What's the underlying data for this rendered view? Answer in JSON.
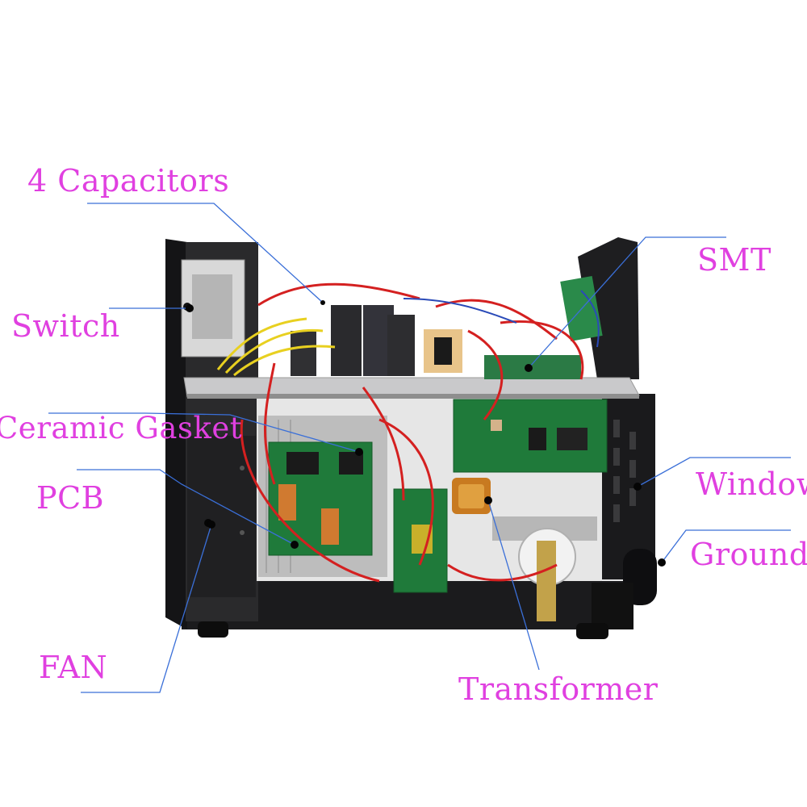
{
  "colors": {
    "label": "#e040e0",
    "leader": "#3a6fd8",
    "chassis": "#1e1e20",
    "pcb_green": "#1f7a3a",
    "heatsink": "#c8c8c8",
    "wire_red": "#d42020",
    "wire_yellow": "#e8d020"
  },
  "labels": {
    "capacitors": "4 Capacitors",
    "switch": "Switch",
    "ceramic_gasket": "Ceramic Gasket",
    "pcb": "PCB",
    "fan": "FAN",
    "smt": "SMT",
    "window": "Window",
    "ground": "Ground",
    "transformer": "Transformer"
  }
}
